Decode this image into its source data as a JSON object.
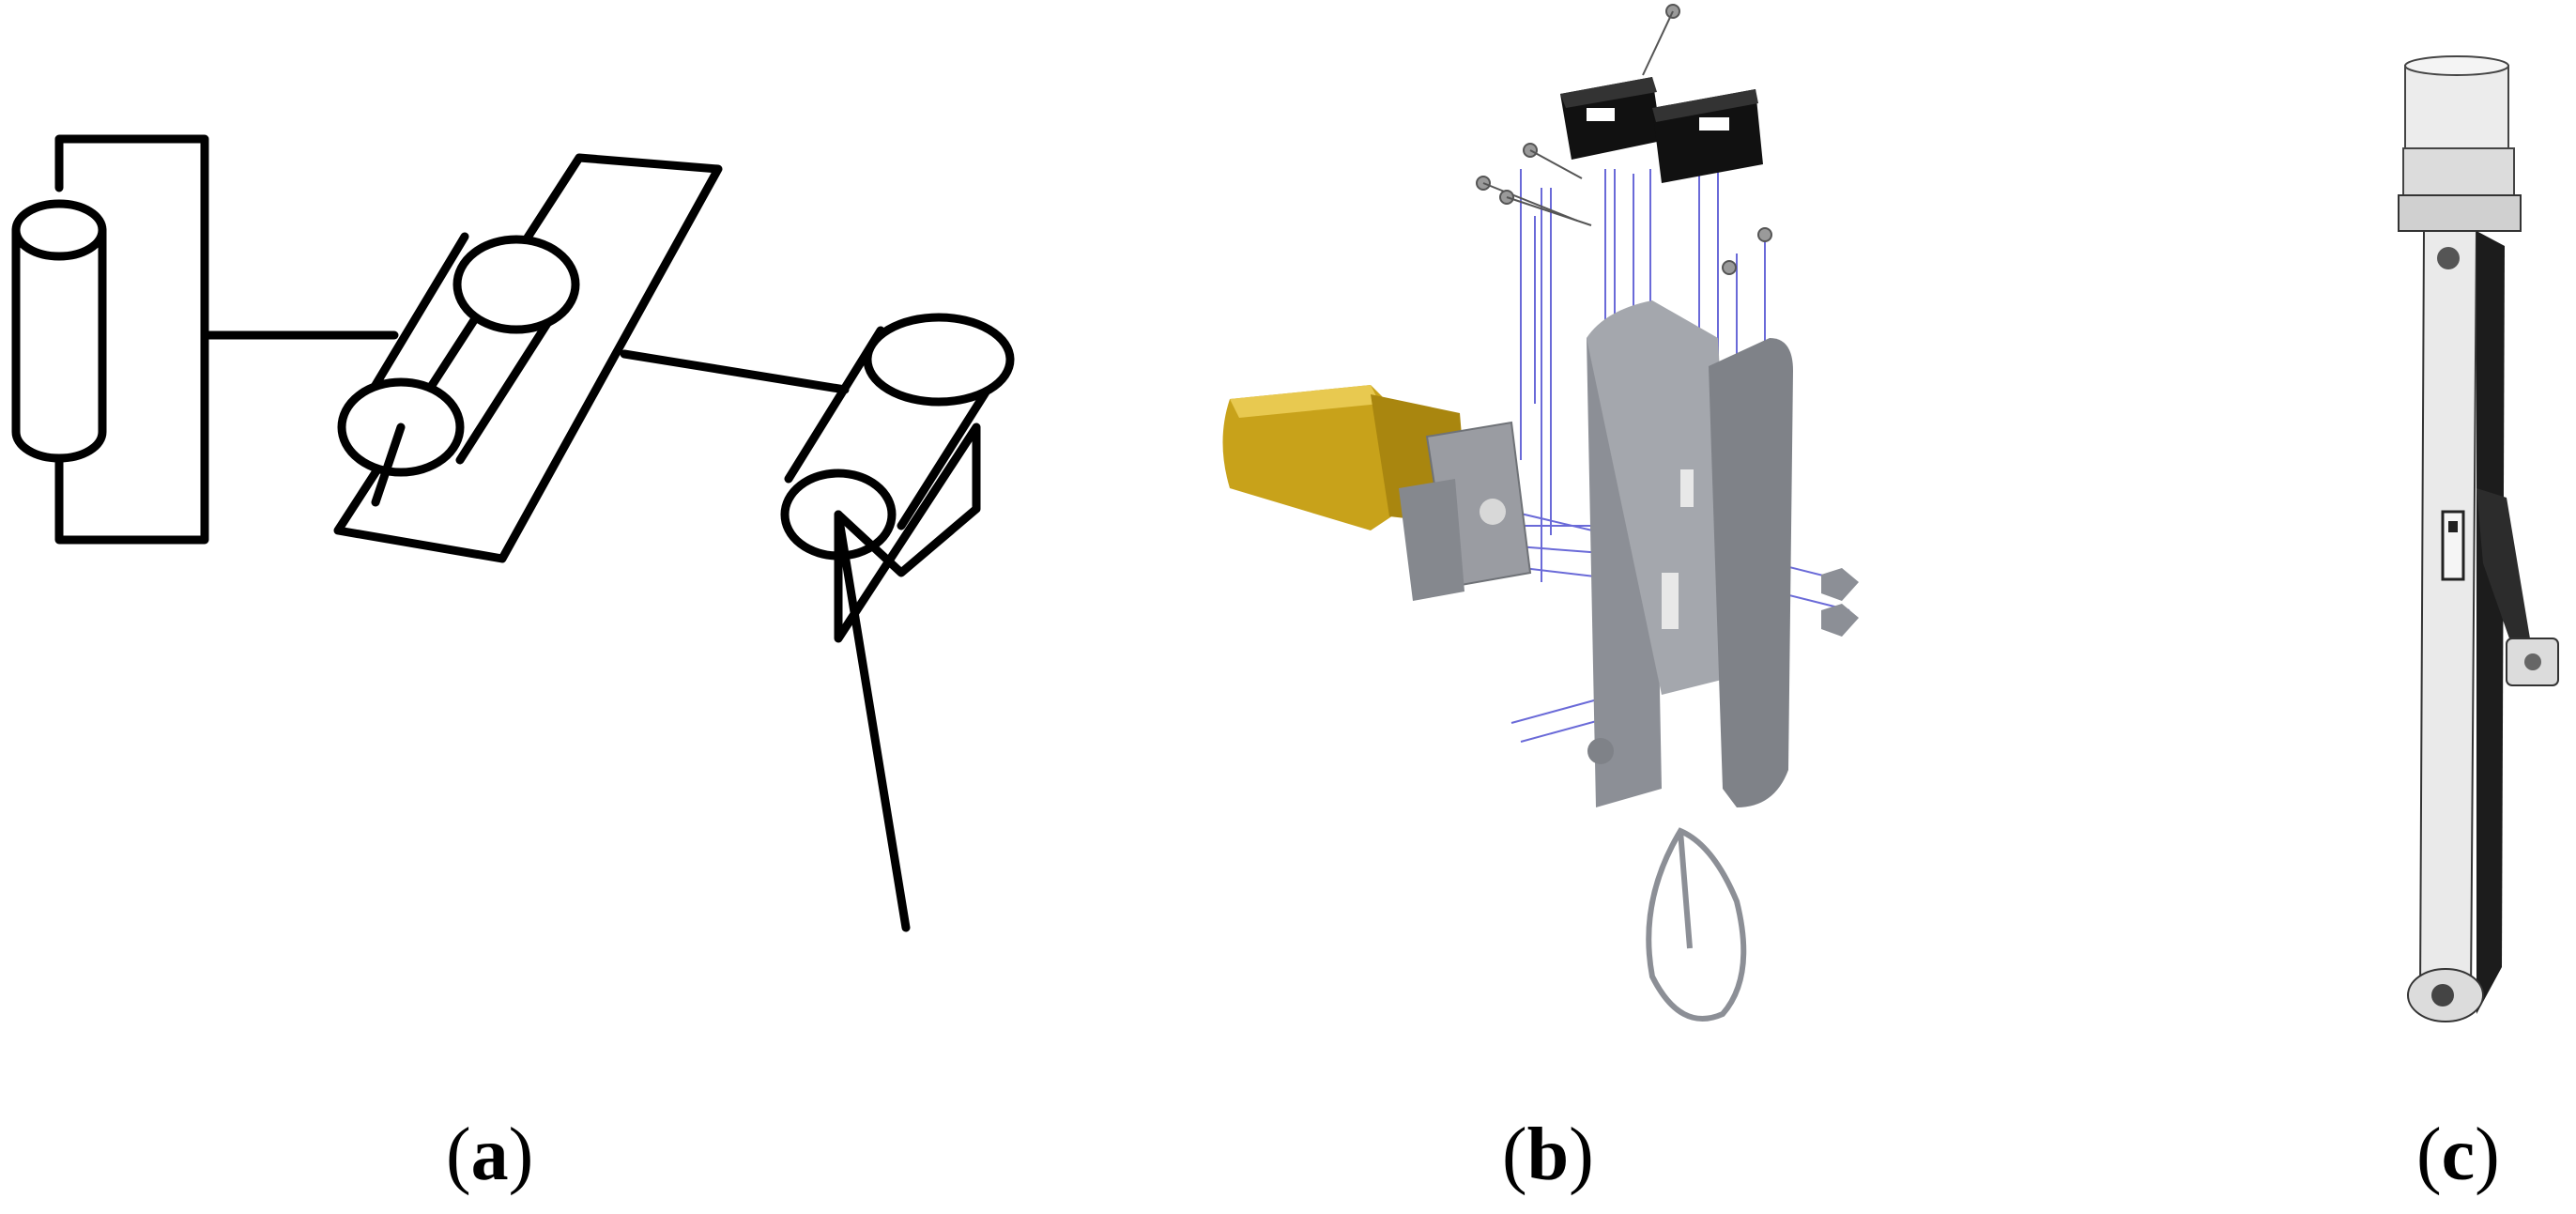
{
  "captions": {
    "a": {
      "open": "(",
      "letter": "a",
      "close": ")"
    },
    "b": {
      "open": "(",
      "letter": "b",
      "close": ")"
    },
    "c": {
      "open": "(",
      "letter": "c",
      "close": ")"
    }
  },
  "colors": {
    "line": "#000000",
    "explode_lines": "#6a6ad8",
    "bracket_gray": "#8c8f96",
    "motor_gold": "#c8a21a",
    "switch_black": "#111111",
    "arm_light": "#e6e6e6",
    "arm_dark": "#1c1c1c"
  }
}
